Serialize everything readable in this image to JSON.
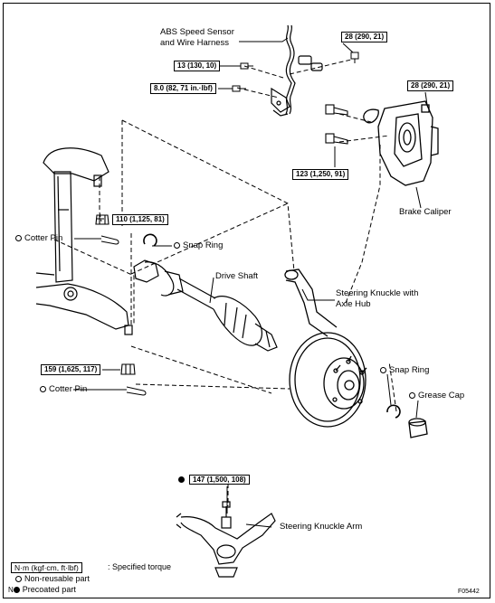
{
  "labels": {
    "abs_sensor_line1": "ABS Speed Sensor",
    "abs_sensor_line2": "and Wire Harness",
    "brake_caliper": "Brake Caliper",
    "drive_shaft": "Drive Shaft",
    "knuckle_line1": "Steering Knuckle with",
    "knuckle_line2": "Axle Hub",
    "knuckle_arm": "Steering Knuckle Arm",
    "cotter_pin_upper": "Cotter Pin",
    "cotter_pin_lower": "Cotter Pin",
    "snap_ring_left": "Snap Ring",
    "snap_ring_right": "Snap Ring",
    "grease_cap": "Grease Cap"
  },
  "torques": {
    "t_28_upper": "28 (290, 21)",
    "t_13": "13 (130, 10)",
    "t_8": "8.0 (82, 71 in.·lbf)",
    "t_28_right": "28 (290, 21)",
    "t_123": "123 (1,250, 91)",
    "t_110": "110 (1,125, 81)",
    "t_159": "159 (1,625, 117)",
    "t_147": "147 (1,500, 108)"
  },
  "legend": {
    "torque_unit": "N·m (kgf·cm, ft·lbf)",
    "torque_desc": ": Specified torque",
    "non_reusable": "Non-reusable part",
    "precoated": "Precoated part",
    "corner_mark": "N"
  },
  "figure_id": "F05442"
}
